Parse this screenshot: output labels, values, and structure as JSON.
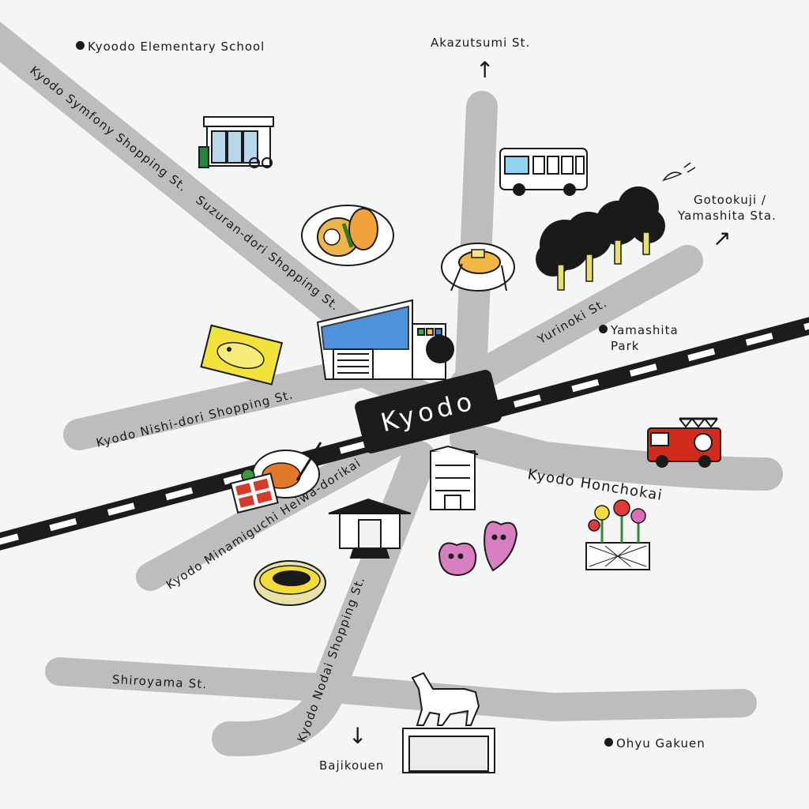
{
  "map": {
    "station": "Kyodo",
    "streets": {
      "symfony": "Kyodo Symfony Shopping St.",
      "suzuran": "Suzuran-dori Shopping St.",
      "nishidori": "Kyodo Nishi-dori Shopping St.",
      "yurinoki": "Yurinoki St.",
      "honchokai": "Kyodo Honchokai",
      "minamiguchi": "Kyodo Minamiguchi Heiwa-dorikai",
      "nodai": "Kyodo Nodai Shopping St.",
      "shiroyama": "Shiroyama St."
    },
    "places": {
      "school": "Kyoodo Elementary School",
      "park_line1": "Yamashita",
      "park_line2": "Park",
      "ohyu": "Ohyu Gakuen"
    },
    "directions": {
      "north": "Akazutsumi St.",
      "northeast_line1": "Gotookuji /",
      "northeast_line2": "Yamashita Sta.",
      "south": "Bajikouen"
    },
    "arrows": {
      "up": "↑",
      "northeast": "↗",
      "down": "↓"
    },
    "colors": {
      "road": "#bdbdbd",
      "rail": "#1c1c1c",
      "background": "#f4f5f5",
      "fire_truck": "#d32a1e",
      "taiyaki": "#f2e23a"
    },
    "icons": [
      "convenience-store-icon",
      "sandwich-plate-icon",
      "pancake-plate-icon",
      "bus-icon",
      "trees-icon",
      "bird-icon",
      "taiyaki-icon",
      "station-building-icon",
      "fire-truck-icon",
      "flower-planter-icon",
      "curry-plate-icon",
      "bento-box-icon",
      "shrine-icon",
      "building-icon",
      "character-blobs-icon",
      "okonomiyaki-icon",
      "horse-statue-icon"
    ]
  }
}
